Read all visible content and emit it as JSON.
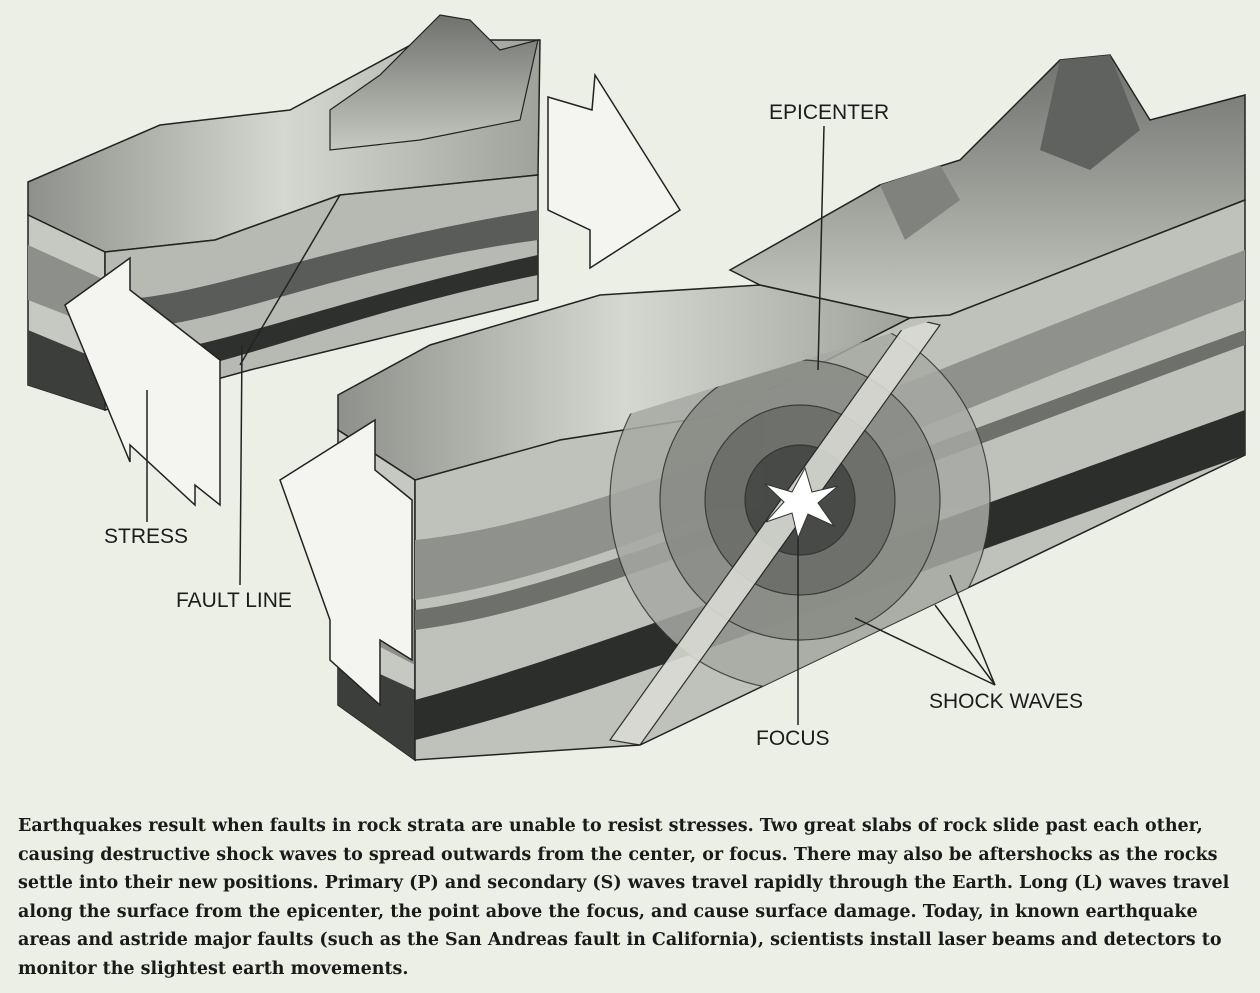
{
  "labels": {
    "epicenter": "EPICENTER",
    "stress": "STRESS",
    "fault_line": "FAULT LINE",
    "shock_waves": "SHOCK WAVES",
    "focus": "FOCUS"
  },
  "caption": "Earthquakes result when faults in rock strata are unable to resist stresses. Two great slabs of rock slide past each other, causing destructive shock waves to spread outwards from the center, or focus. There may also be aftershocks as the rocks settle into their new positions. Primary (P) and secondary (S) waves travel rapidly through the Earth. Long (L) waves travel along the surface from the epicenter, the point above the focus, and cause surface damage. Today, in known earthquake areas and astride major faults (such as the San Andreas fault in California), scientists install laser beams and detectors to monitor the slightest earth movements.",
  "colors": {
    "background": "#ecefe6",
    "rock_light": "#c9ccc4",
    "rock_mid": "#9a9d97",
    "rock_dark": "#4a4c4a",
    "arrow_fill": "#f4f5f0",
    "line": "#222222"
  }
}
